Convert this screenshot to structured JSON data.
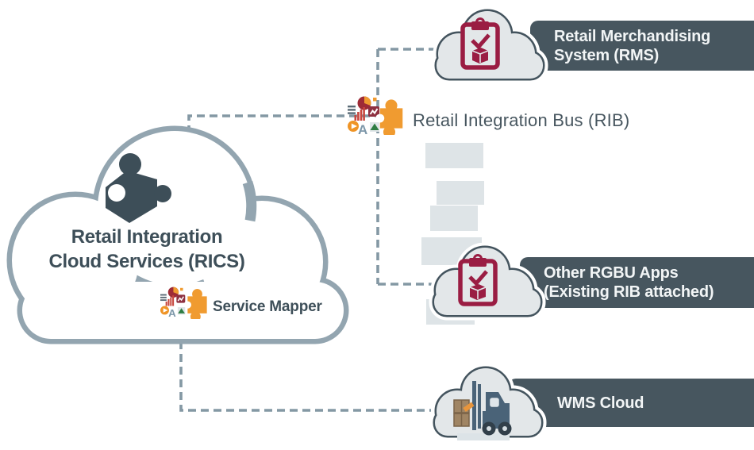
{
  "diagram": {
    "rics": {
      "title_line1": "Retail Integration",
      "title_line2": "Cloud Services (RICS)",
      "service_mapper_label": "Service Mapper",
      "icons": [
        "puzzle-piece-icon",
        "data-types-cluster-icon",
        "puzzle-piece-orange-icon"
      ]
    },
    "rib": {
      "label": "Retail Integration Bus (RIB)",
      "icons": [
        "data-types-cluster-icon",
        "puzzle-piece-orange-icon"
      ]
    },
    "endpoints": {
      "rms": {
        "line1": "Retail Merchandising",
        "line2": "System (RMS)",
        "icon": "clipboard-check-icon"
      },
      "rgbu": {
        "line1": "Other RGBU Apps",
        "line2": "(Existing RIB attached)",
        "icon": "clipboard-check-icon"
      },
      "wms": {
        "line1": "WMS Cloud",
        "icon": "forklift-icon"
      }
    },
    "icon_glyphs": {
      "letter_a": "A"
    },
    "colors": {
      "banner_bg": "#47565F",
      "banner_text": "#F2F5F6",
      "rics_cloud_stroke": "#93A5B0",
      "small_cloud_stroke": "#44545E",
      "small_cloud_fill": "#E3E7E9",
      "dark_slate": "#3E4F59",
      "maroon": "#9A1D43",
      "orange": "#F09B30",
      "dash_line": "#8498A4",
      "message_block_gray": "#DEE4E7"
    }
  }
}
